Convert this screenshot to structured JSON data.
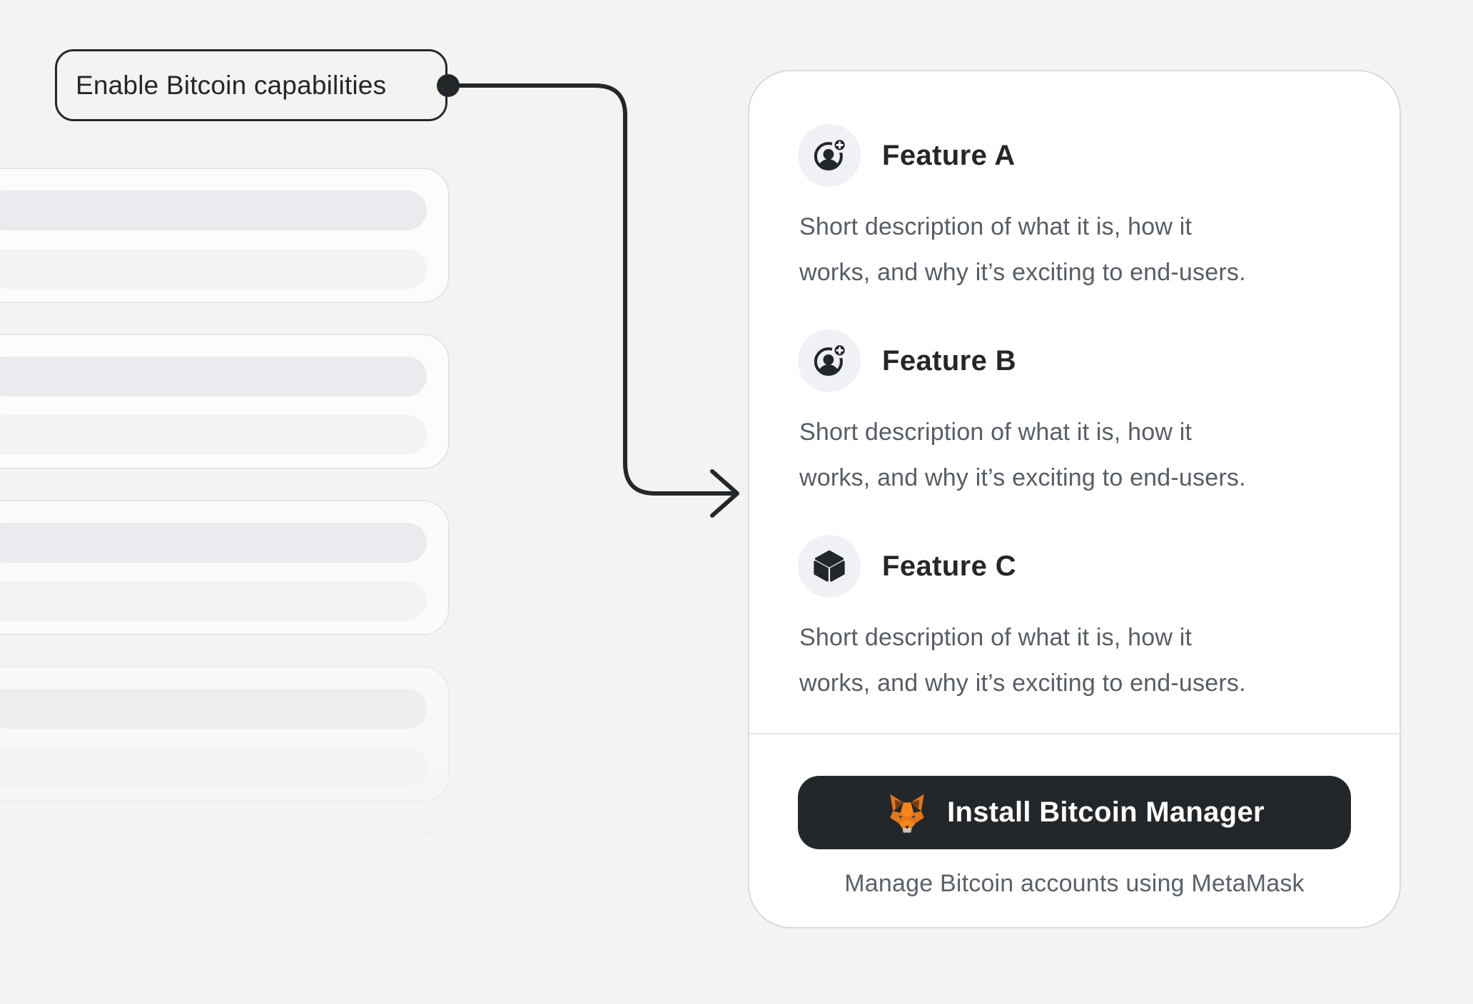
{
  "annotation": {
    "label": "Enable Bitcoin capabilities"
  },
  "panel": {
    "features": [
      {
        "title": "Feature A",
        "icon": "user-add-icon",
        "description_lines": [
          "Short description of what it is, how it",
          "works, and why it’s exciting to end-users."
        ]
      },
      {
        "title": "Feature B",
        "icon": "user-add-icon",
        "description_lines": [
          "Short description of what it is, how it",
          "works, and why it’s exciting to end-users."
        ]
      },
      {
        "title": "Feature C",
        "icon": "cube-icon",
        "description_lines": [
          "Short description of what it is, how it",
          "works, and why it’s exciting to end-users."
        ]
      }
    ],
    "footer": {
      "button_label": "Install Bitcoin Manager",
      "button_icon": "metamask-fox-icon",
      "caption": "Manage Bitcoin accounts using MetaMask"
    }
  },
  "skeleton": {
    "card_count": 5,
    "bars_per_card": 2
  },
  "colors": {
    "background": "#f3f3f1",
    "ink": "#24272a",
    "muted_text": "#575d64",
    "panel_border": "#d8dbde",
    "button_bg": "#24272a",
    "fox_orange": "#f6851b"
  }
}
